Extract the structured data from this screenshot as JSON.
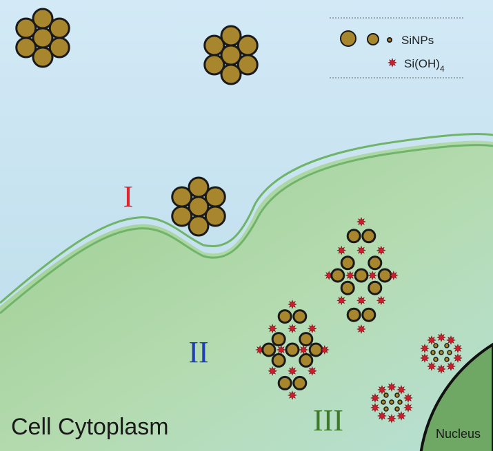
{
  "legend": {
    "sinps_label": "SiNPs",
    "sioh_label_main": "Si(OH)",
    "sioh_label_sub": "4"
  },
  "stages": {
    "stage_1": "I",
    "stage_2": "II",
    "stage_3": "III"
  },
  "labels": {
    "cytoplasm": "Cell Cytoplasm",
    "nucleus": "Nucleus"
  },
  "colors": {
    "outside_top": "#cfe6f5",
    "outside_bottom": "#bcdcea",
    "cytoplasm": "#a9d39c",
    "membrane": "#6fb468",
    "particle_fill": "#a8862d",
    "particle_stroke": "#1a1a1a",
    "sioh": "#c8202e",
    "nucleus": "#6fa765",
    "stage_1": "#e0262b",
    "stage_2": "#1f3fb5",
    "stage_3": "#3f7a2a"
  }
}
